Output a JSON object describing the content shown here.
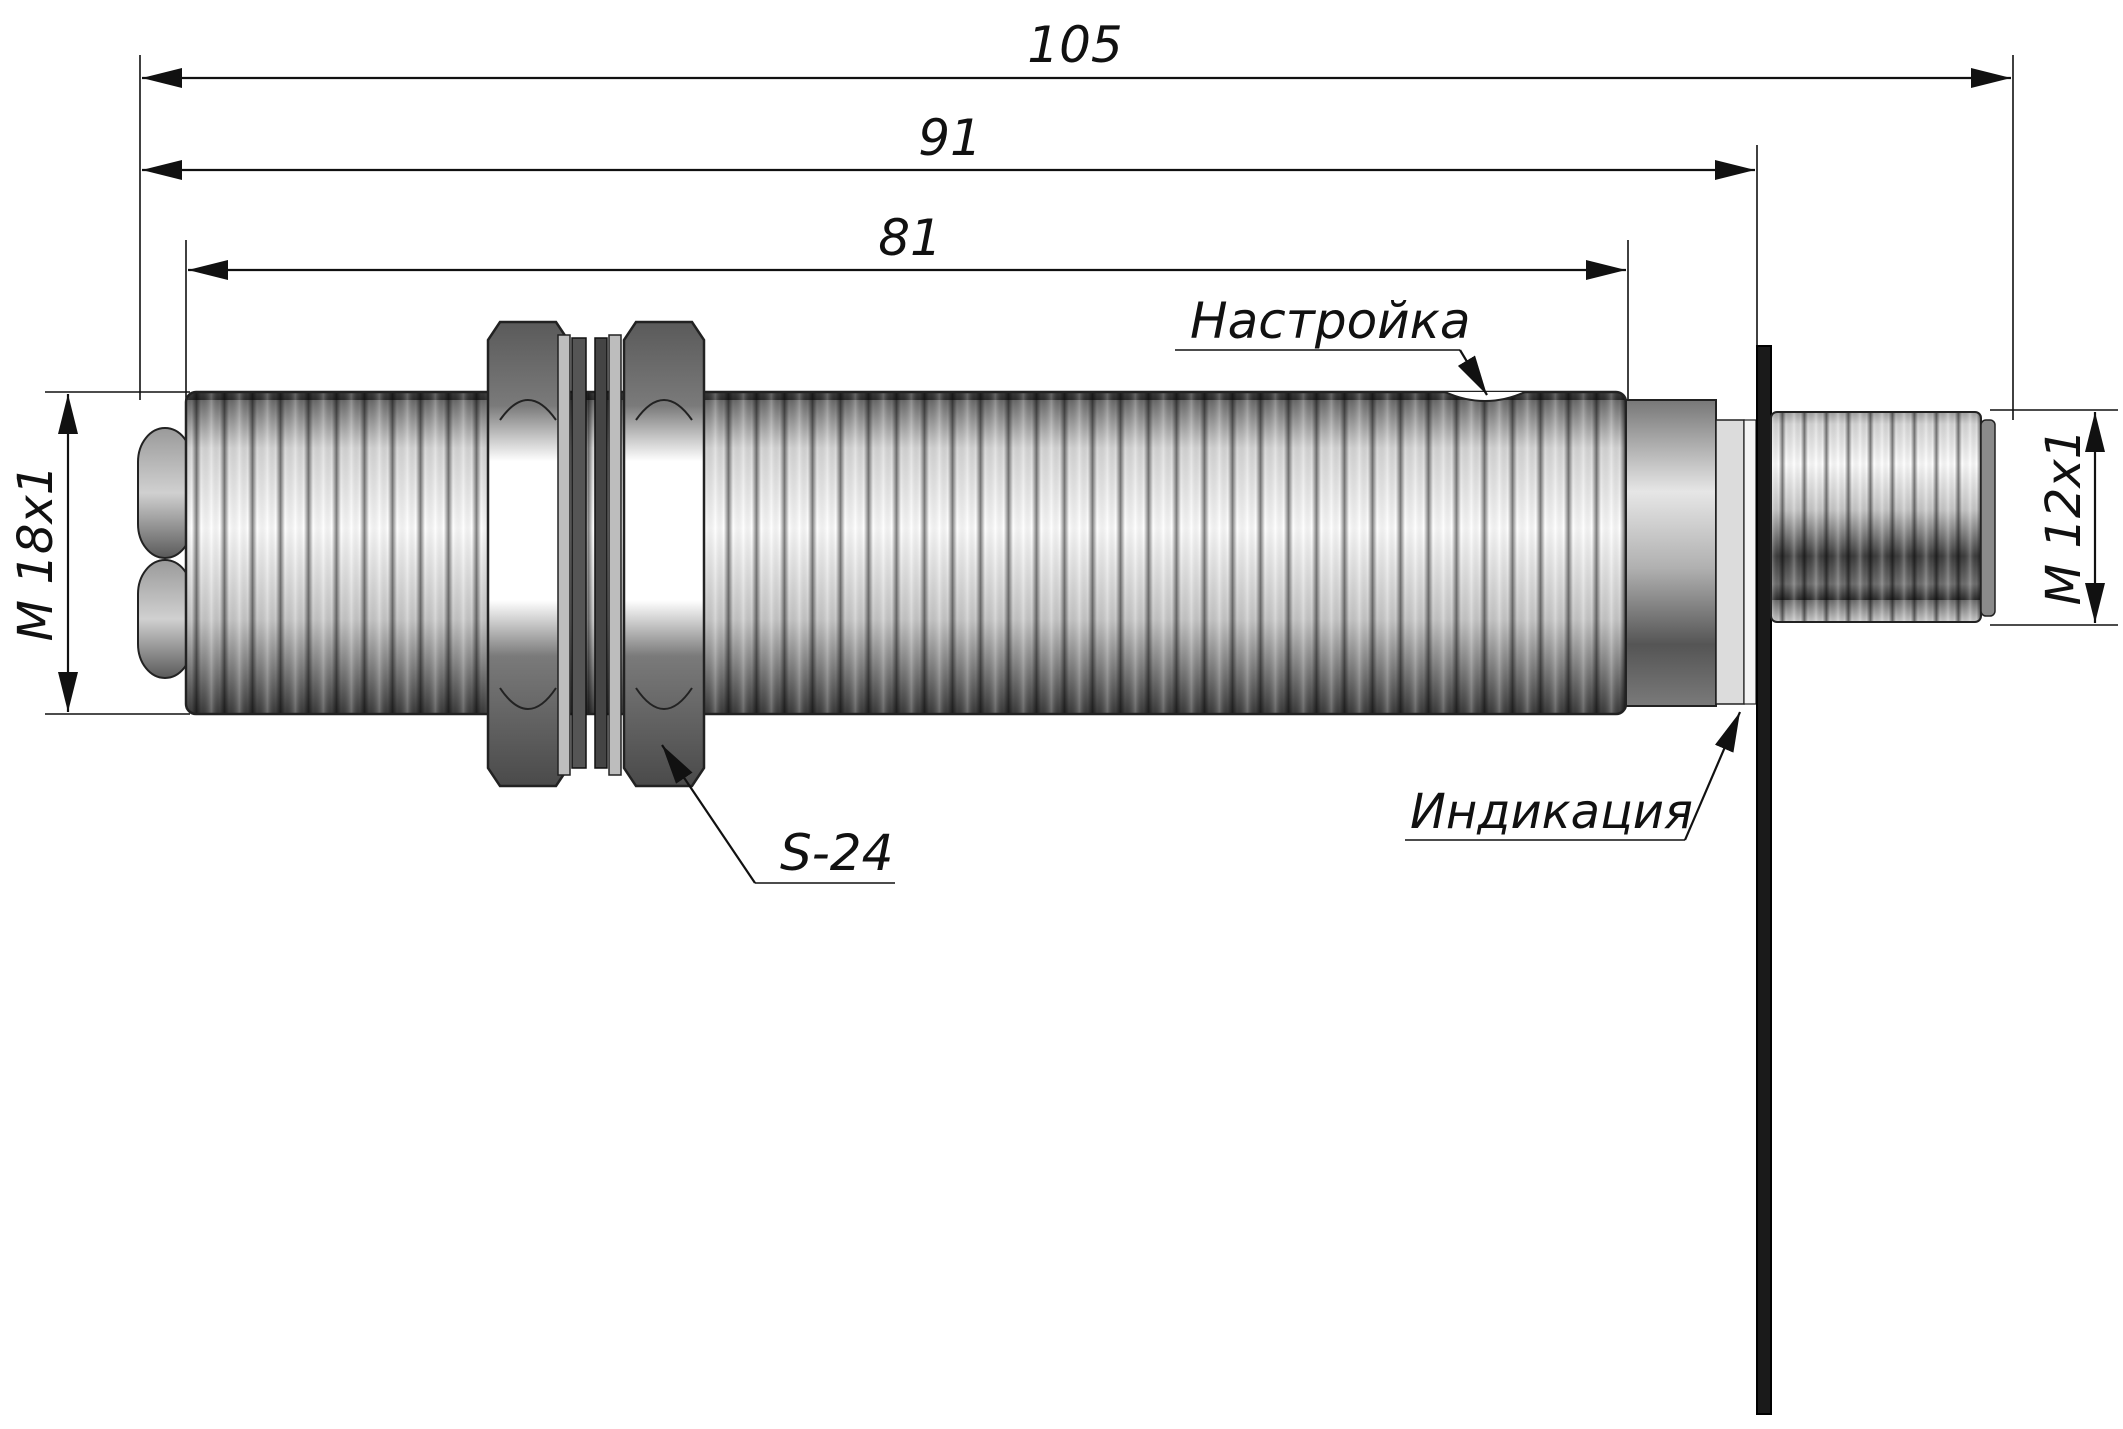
{
  "drawing": {
    "dimensions": {
      "overall_length": "105",
      "length_to_flange": "91",
      "body_length": "81",
      "main_thread": "M 18x1",
      "connector_thread": "M 12x1"
    },
    "callouts": {
      "adjustment": "Настройка",
      "indication": "Индикация",
      "wrench_size": "S-24"
    },
    "colors": {
      "line": "#111111",
      "metal_dark": "#3a3a3a",
      "metal_mid": "#8c8c8c",
      "metal_light": "#f2f2f2",
      "flange": "#1a1a1a"
    }
  }
}
